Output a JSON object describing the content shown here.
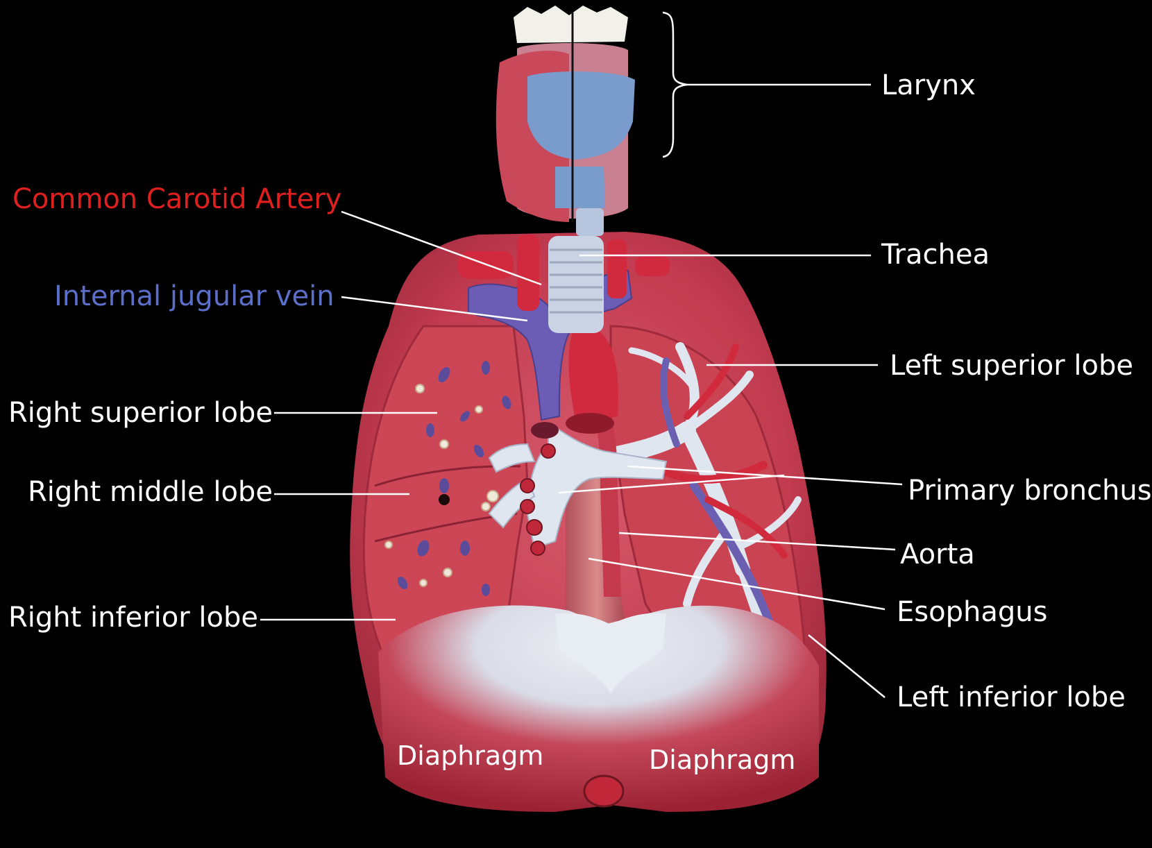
{
  "labels": {
    "larynx": "Larynx",
    "common_carotid_artery": "Common Carotid Artery",
    "trachea": "Trachea",
    "internal_jugular_vein": "Internal jugular vein",
    "left_superior_lobe": "Left superior lobe",
    "right_superior_lobe": "Right superior lobe",
    "right_middle_lobe": "Right middle lobe",
    "primary_bronchus": "Primary bronchus",
    "aorta": "Aorta",
    "esophagus": "Esophagus",
    "right_inferior_lobe": "Right inferior lobe",
    "left_inferior_lobe": "Left inferior lobe",
    "diaphragm_left": "Diaphragm",
    "diaphragm_right": "Diaphragm"
  },
  "colors": {
    "background": "#000000",
    "label_default": "#ffffff",
    "label_artery": "#e0201e",
    "label_vein": "#5b6fc9",
    "lung_tissue": "#c9485a",
    "lung_highlight": "#d9737f",
    "vein": "#6a5fb0",
    "artery": "#d12a3c",
    "cartilage": "#c8d3e6",
    "bronchus": "#dfe6f0",
    "diaphragm_muscle": "#b8323f",
    "diaphragm_tendon": "#e8ecf3"
  }
}
